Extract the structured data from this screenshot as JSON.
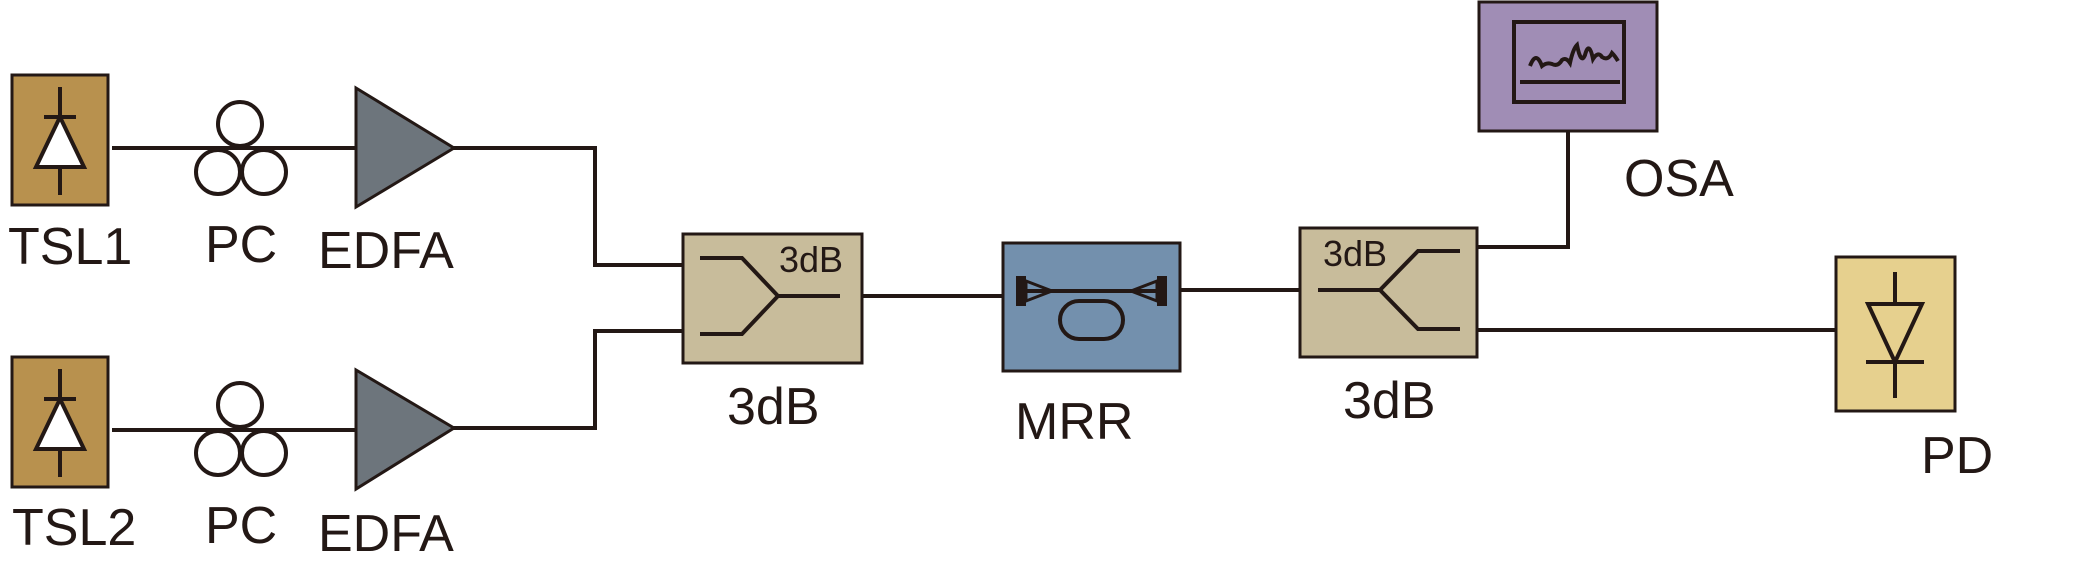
{
  "colors": {
    "line": "#231815",
    "laser_box": "#b8914e",
    "amplifier": "#6d757c",
    "coupler": "#c8bc9b",
    "mrr": "#7390ad",
    "osa": "#a08db5",
    "photodiode": "#e6d08e"
  },
  "components": {
    "tsl1_label": "TSL1",
    "tsl2_label": "TSL2",
    "pc1_label": "PC",
    "pc2_label": "PC",
    "edfa1_label": "EDFA",
    "edfa2_label": "EDFA",
    "coupler1_inner_label": "3dB",
    "coupler1_label": "3dB",
    "mrr_label": "MRR",
    "coupler2_inner_label": "3dB",
    "coupler2_label": "3dB",
    "osa_label": "OSA",
    "pd_label": "PD"
  },
  "icons": {
    "laser": "laser-diode-icon",
    "polarization_controller": "polarization-controller-icon",
    "amplifier": "amplifier-triangle-icon",
    "coupler": "fiber-coupler-icon",
    "ring_resonator": "microring-resonator-icon",
    "spectrum_analyzer": "spectrum-analyzer-icon",
    "photodiode": "photodiode-icon"
  }
}
